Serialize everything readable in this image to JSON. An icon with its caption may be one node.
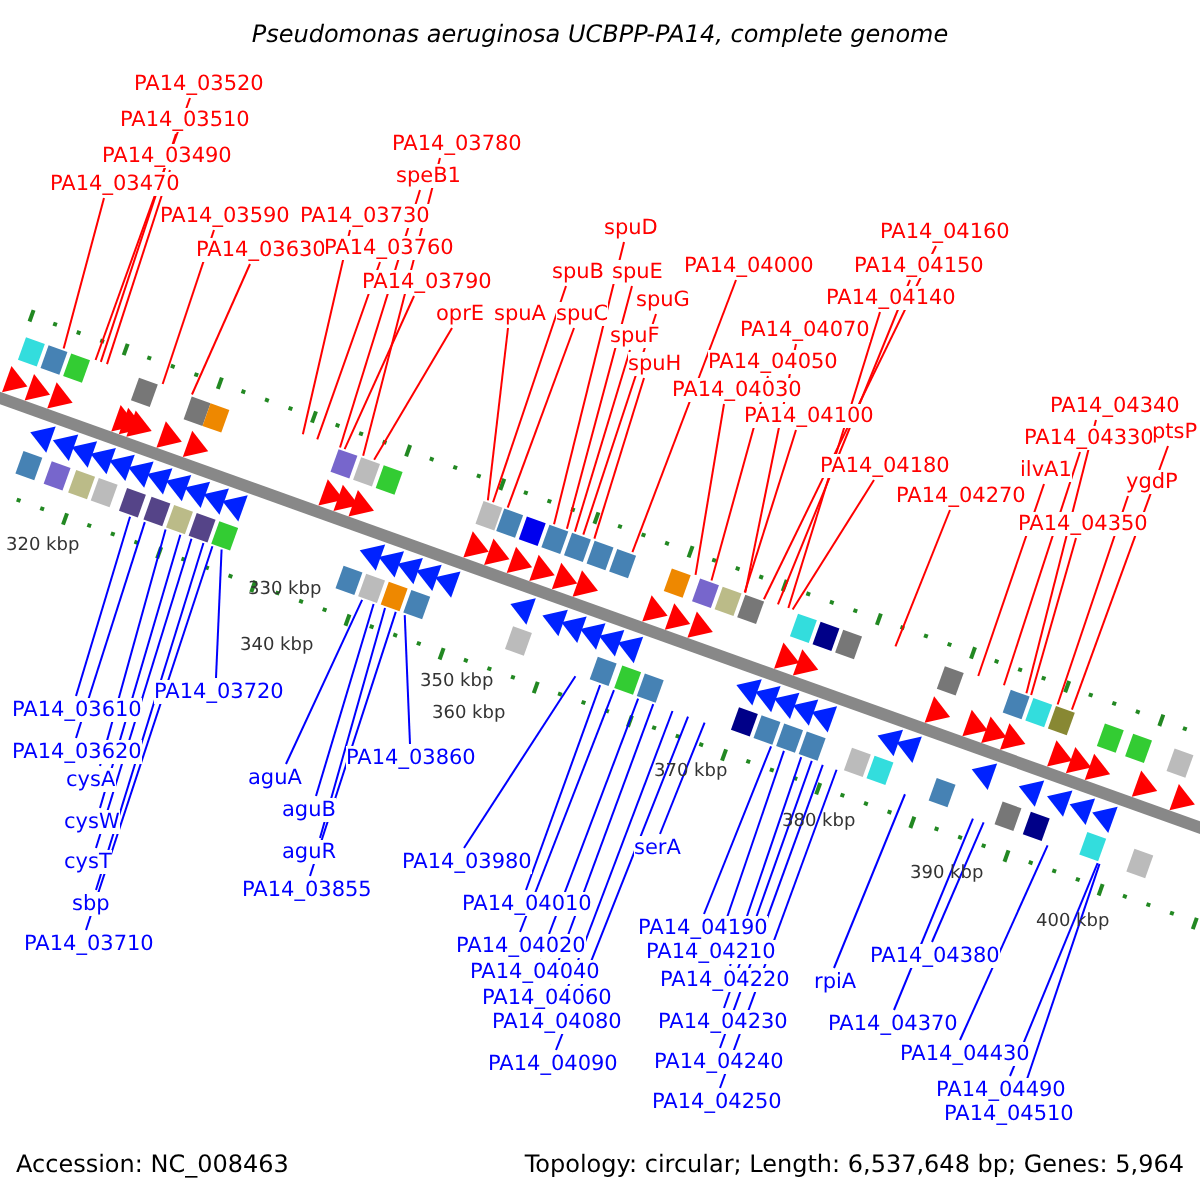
{
  "diagram": {
    "title": "Pseudomonas aeruginosa UCBPP-PA14, complete genome",
    "nodes": [
      {
        "text": [
          "PA14_03520"
        ]
      },
      {
        "text": [
          "PA14_03510"
        ]
      },
      {
        "text": [
          "PA14_03490"
        ]
      },
      {
        "text": [
          "PA14_03470"
        ]
      },
      {
        "text": [
          "PA14_03590"
        ]
      },
      {
        "text": [
          "PA14_03630"
        ]
      },
      {
        "text": [
          "PA14_03780"
        ]
      },
      {
        "text": [
          "speB1"
        ]
      },
      {
        "text": [
          "PA14_03730"
        ]
      },
      {
        "text": [
          "PA14_03760"
        ]
      },
      {
        "text": [
          "PA14_03790"
        ]
      },
      {
        "text": [
          "oprE"
        ]
      },
      {
        "text": [
          "spuA"
        ]
      },
      {
        "text": [
          "spuB"
        ]
      },
      {
        "text": [
          "spuC"
        ]
      },
      {
        "text": [
          "spuD"
        ]
      },
      {
        "text": [
          "spuE"
        ]
      },
      {
        "text": [
          "spuG"
        ]
      },
      {
        "text": [
          "spuF"
        ]
      },
      {
        "text": [
          "spuH"
        ]
      },
      {
        "text": [
          "PA14_04000"
        ]
      },
      {
        "text": [
          "PA14_04160"
        ]
      },
      {
        "text": [
          "PA14_04150"
        ]
      },
      {
        "text": [
          "PA14_04140"
        ]
      },
      {
        "text": [
          "PA14_04070"
        ]
      },
      {
        "text": [
          "PA14_04050"
        ]
      },
      {
        "text": [
          "PA14_04030"
        ]
      },
      {
        "text": [
          "PA14_04100"
        ]
      },
      {
        "text": [
          "PA14_04180"
        ]
      },
      {
        "text": [
          "PA14_04270"
        ]
      },
      {
        "text": [
          "PA14_04340"
        ]
      },
      {
        "text": [
          "PA14_04330"
        ]
      },
      {
        "text": [
          "ilvA1"
        ]
      },
      {
        "text": [
          "ygdP"
        ]
      },
      {
        "text": [
          "PA14_04350"
        ]
      },
      {
        "text": [
          "ptsP"
        ]
      },
      {
        "text": [
          "PA14_03610"
        ]
      },
      {
        "text": [
          "PA14_03620"
        ]
      },
      {
        "text": [
          "cysA"
        ]
      },
      {
        "text": [
          "cysW"
        ]
      },
      {
        "text": [
          "cysT"
        ]
      },
      {
        "text": [
          "sbp"
        ]
      },
      {
        "text": [
          "PA14_03710"
        ]
      },
      {
        "text": [
          "PA14_03720"
        ]
      },
      {
        "text": [
          "aguA"
        ]
      },
      {
        "text": [
          "aguB"
        ]
      },
      {
        "text": [
          "aguR"
        ]
      },
      {
        "text": [
          "PA14_03855"
        ]
      },
      {
        "text": [
          "PA14_03860"
        ]
      },
      {
        "text": [
          "PA14_03980"
        ]
      },
      {
        "text": [
          "PA14_04010"
        ]
      },
      {
        "text": [
          "PA14_04020"
        ]
      },
      {
        "text": [
          "PA14_04040"
        ]
      },
      {
        "text": [
          "PA14_04060"
        ]
      },
      {
        "text": [
          "PA14_04080"
        ]
      },
      {
        "text": [
          "PA14_04090"
        ]
      },
      {
        "text": [
          "serA"
        ]
      },
      {
        "text": [
          "PA14_04190"
        ]
      },
      {
        "text": [
          "PA14_04210"
        ]
      },
      {
        "text": [
          "PA14_04220"
        ]
      },
      {
        "text": [
          "PA14_04230"
        ]
      },
      {
        "text": [
          "PA14_04240"
        ]
      },
      {
        "text": [
          "PA14_04250"
        ]
      },
      {
        "text": [
          "rpiA"
        ]
      },
      {
        "text": [
          "PA14_04370"
        ]
      },
      {
        "text": [
          "PA14_04380"
        ]
      },
      {
        "text": [
          "PA14_04430"
        ]
      },
      {
        "text": [
          "PA14_04490"
        ]
      },
      {
        "text": [
          "PA14_04510"
        ]
      }
    ],
    "edges": [
      {
        "from": 0,
        "to": null,
        "arrow": "none"
      },
      {
        "from": 1,
        "to": null,
        "arrow": "none"
      },
      {
        "from": 2,
        "to": null,
        "arrow": "none"
      },
      {
        "from": 3,
        "to": null,
        "arrow": "none"
      },
      {
        "from": 4,
        "to": null,
        "arrow": "none"
      },
      {
        "from": 5,
        "to": null,
        "arrow": "none"
      },
      {
        "from": 6,
        "to": null,
        "arrow": "none"
      },
      {
        "from": 7,
        "to": null,
        "arrow": "none"
      },
      {
        "from": 8,
        "to": null,
        "arrow": "none"
      },
      {
        "from": 9,
        "to": null,
        "arrow": "none"
      },
      {
        "from": 10,
        "to": null,
        "arrow": "none"
      },
      {
        "from": 11,
        "to": null,
        "arrow": "none"
      },
      {
        "from": 12,
        "to": null,
        "arrow": "none"
      },
      {
        "from": 13,
        "to": null,
        "arrow": "none"
      },
      {
        "from": 14,
        "to": null,
        "arrow": "none"
      },
      {
        "from": 15,
        "to": null,
        "arrow": "none"
      },
      {
        "from": 16,
        "to": null,
        "arrow": "none"
      },
      {
        "from": 17,
        "to": null,
        "arrow": "none"
      },
      {
        "from": 18,
        "to": null,
        "arrow": "none"
      },
      {
        "from": 19,
        "to": null,
        "arrow": "none"
      },
      {
        "from": 20,
        "to": null,
        "arrow": "none"
      },
      {
        "from": 21,
        "to": null,
        "arrow": "none"
      },
      {
        "from": 22,
        "to": null,
        "arrow": "none"
      },
      {
        "from": 23,
        "to": null,
        "arrow": "none"
      },
      {
        "from": 24,
        "to": null,
        "arrow": "none"
      },
      {
        "from": 25,
        "to": null,
        "arrow": "none"
      },
      {
        "from": 26,
        "to": null,
        "arrow": "none"
      },
      {
        "from": 27,
        "to": null,
        "arrow": "none"
      },
      {
        "from": 28,
        "to": null,
        "arrow": "none"
      },
      {
        "from": 29,
        "to": null,
        "arrow": "none"
      },
      {
        "from": 30,
        "to": null,
        "arrow": "none"
      },
      {
        "from": 31,
        "to": null,
        "arrow": "none"
      },
      {
        "from": 32,
        "to": null,
        "arrow": "none"
      },
      {
        "from": 33,
        "to": null,
        "arrow": "none"
      },
      {
        "from": 34,
        "to": null,
        "arrow": "none"
      },
      {
        "from": 35,
        "to": null,
        "arrow": "none"
      },
      {
        "from": 36,
        "to": null,
        "arrow": "none",
        "color": "#0000ff"
      },
      {
        "from": 37,
        "to": null,
        "arrow": "none",
        "color": "#0000ff"
      },
      {
        "from": 38,
        "to": null,
        "arrow": "none",
        "color": "#0000ff"
      },
      {
        "from": 39,
        "to": null,
        "arrow": "none",
        "color": "#0000ff"
      },
      {
        "from": 40,
        "to": null,
        "arrow": "none",
        "color": "#0000ff"
      },
      {
        "from": 41,
        "to": null,
        "arrow": "none",
        "color": "#0000ff"
      },
      {
        "from": 42,
        "to": null,
        "arrow": "none",
        "color": "#0000ff"
      },
      {
        "from": 43,
        "to": null,
        "arrow": "none",
        "color": "#0000ff"
      },
      {
        "from": 44,
        "to": null,
        "arrow": "none",
        "color": "#0000ff"
      },
      {
        "from": 45,
        "to": null,
        "arrow": "none",
        "color": "#0000ff"
      },
      {
        "from": 46,
        "to": null,
        "arrow": "none",
        "color": "#0000ff"
      },
      {
        "from": 47,
        "to": null,
        "arrow": "none",
        "color": "#0000ff"
      },
      {
        "from": 48,
        "to": null,
        "arrow": "none",
        "color": "#0000ff"
      },
      {
        "from": 49,
        "to": null,
        "arrow": "none",
        "color": "#0000ff"
      },
      {
        "from": 50,
        "to": null,
        "arrow": "none",
        "color": "#0000ff"
      },
      {
        "from": 51,
        "to": null,
        "arrow": "none",
        "color": "#0000ff"
      },
      {
        "from": 52,
        "to": null,
        "arrow": "none",
        "color": "#0000ff"
      },
      {
        "from": 53,
        "to": null,
        "arrow": "none",
        "color": "#0000ff"
      },
      {
        "from": 54,
        "to": null,
        "arrow": "none",
        "color": "#0000ff"
      },
      {
        "from": 55,
        "to": null,
        "arrow": "none",
        "color": "#0000ff"
      },
      {
        "from": 56,
        "to": null,
        "arrow": "none",
        "color": "#0000ff"
      },
      {
        "from": 57,
        "to": null,
        "arrow": "none",
        "color": "#0000ff"
      },
      {
        "from": 58,
        "to": null,
        "arrow": "none",
        "color": "#0000ff"
      },
      {
        "from": 59,
        "to": null,
        "arrow": "none",
        "color": "#0000ff"
      },
      {
        "from": 60,
        "to": null,
        "arrow": "none",
        "color": "#0000ff"
      },
      {
        "from": 61,
        "to": null,
        "arrow": "none",
        "color": "#0000ff"
      },
      {
        "from": 62,
        "to": null,
        "arrow": "none",
        "color": "#0000ff"
      },
      {
        "from": 63,
        "to": null,
        "arrow": "none",
        "color": "#0000ff"
      },
      {
        "from": 64,
        "to": null,
        "arrow": "none",
        "color": "#0000ff"
      },
      {
        "from": 65,
        "to": null,
        "arrow": "none",
        "color": "#0000ff"
      },
      {
        "from": 66,
        "to": null,
        "arrow": "none",
        "color": "#0000ff"
      },
      {
        "from": 67,
        "to": null,
        "arrow": "none",
        "color": "#0000ff"
      },
      {
        "from": 68,
        "to": null,
        "arrow": "none",
        "color": "#0000ff"
      }
    ],
    "labels": [
      "320 kbp",
      "330 kbp",
      "340 kbp",
      "350 kbp",
      "360 kbp",
      "370 kbp",
      "380 kbp",
      "390 kbp",
      "400 kbp",
      "Accession: NC_008463",
      "Topology: circular; Length: 6,537,648 bp; Genes: 5,964"
    ]
  }
}
